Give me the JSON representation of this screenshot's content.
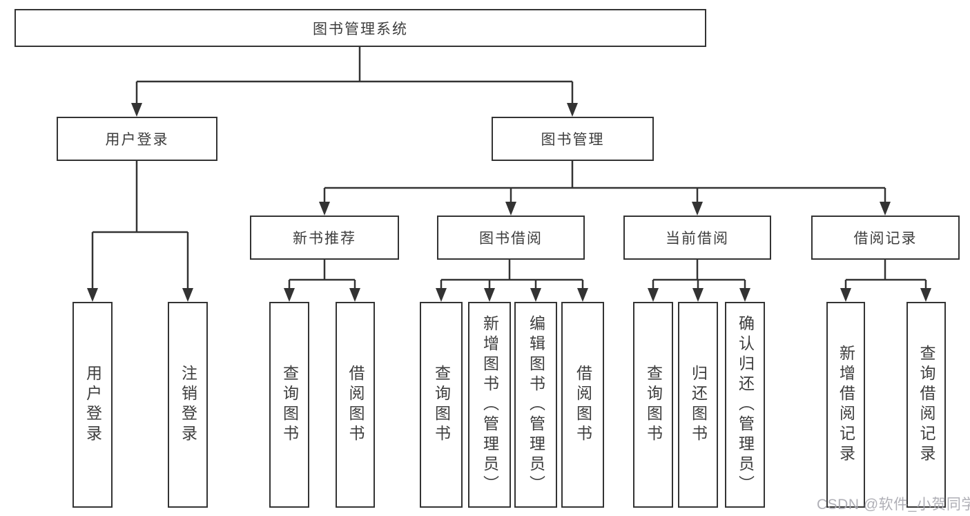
{
  "diagram": {
    "root": {
      "label": "图书管理系统"
    },
    "level2": [
      {
        "label": "用户登录"
      },
      {
        "label": "图书管理"
      }
    ],
    "level3": [
      {
        "label": "新书推荐"
      },
      {
        "label": "图书借阅"
      },
      {
        "label": "当前借阅"
      },
      {
        "label": "借阅记录"
      }
    ],
    "user_login_children": [
      {
        "label": "用户登录"
      },
      {
        "label": "注销登录"
      }
    ],
    "new_book_children": [
      {
        "label": "查询图书"
      },
      {
        "label": "借阅图书"
      }
    ],
    "book_borrow_children": [
      {
        "label": "查询图书"
      },
      {
        "label": "新增图书（管理员）"
      },
      {
        "label": "编辑图书（管理员）"
      },
      {
        "label": "借阅图书"
      }
    ],
    "current_borrow_children": [
      {
        "label": "查询图书"
      },
      {
        "label": "归还图书"
      },
      {
        "label": "确认归还（管理员）"
      }
    ],
    "borrow_record_children": [
      {
        "label": "新增借阅记录"
      },
      {
        "label": "查询借阅记录"
      }
    ],
    "line_color": "#333333"
  },
  "watermark": {
    "text": "CSDN @软件_小贺同学"
  }
}
